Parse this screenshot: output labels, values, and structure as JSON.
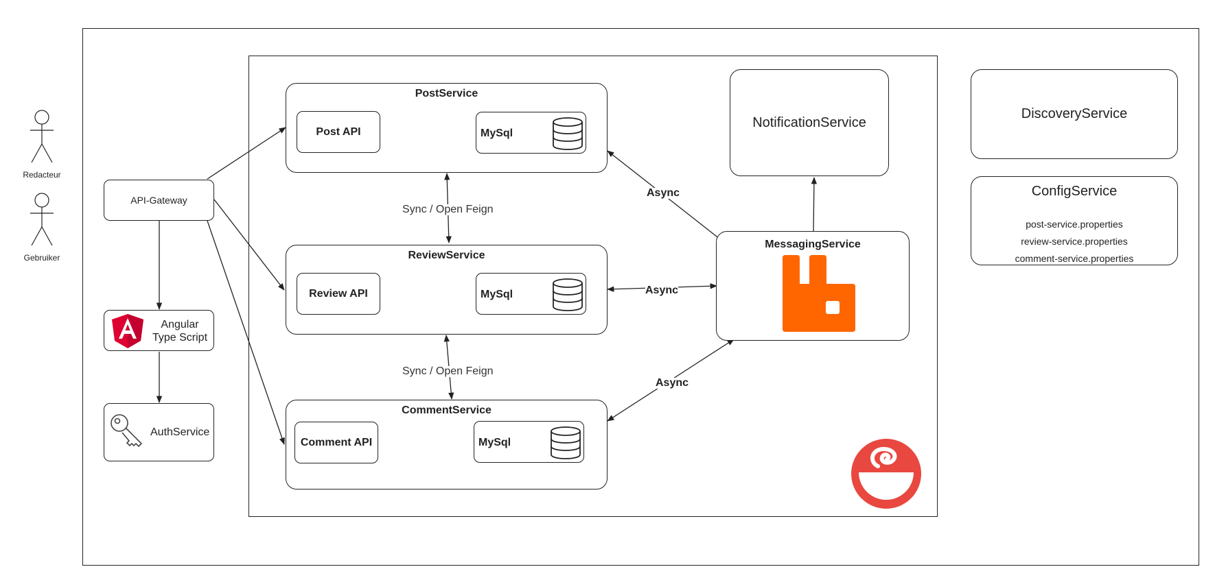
{
  "actors": {
    "redacteur": "Redacteur",
    "gebruiker": "Gebruiker"
  },
  "gateway": {
    "label": "API-Gateway"
  },
  "angular": {
    "line1": "Angular",
    "line2": "Type Script"
  },
  "auth": {
    "label": "AuthService"
  },
  "post_service": {
    "title": "PostService",
    "api": "Post API",
    "db": "MySql"
  },
  "review_service": {
    "title": "ReviewService",
    "api": "Review API",
    "db": "MySql"
  },
  "comment_service": {
    "title": "CommentService",
    "api": "Comment API",
    "db": "MySql"
  },
  "notification": {
    "label": "NotificationService"
  },
  "messaging": {
    "title": "MessagingService"
  },
  "discovery": {
    "label": "DiscoveryService"
  },
  "config": {
    "title": "ConfigService",
    "files": [
      "post-service.properties",
      "review-service.properties",
      "comment-service.properties"
    ]
  },
  "edges": {
    "sync1": "Sync / Open Feign",
    "sync2": "Sync / Open Feign",
    "async_post": "Async",
    "async_review": "Async",
    "async_comment": "Async"
  },
  "colors": {
    "rabbitmq": "#ff6600",
    "angular_red": "#dd0031",
    "angular_dark": "#c3002f",
    "zipkin_red": "#e8483f",
    "line": "#222222"
  }
}
